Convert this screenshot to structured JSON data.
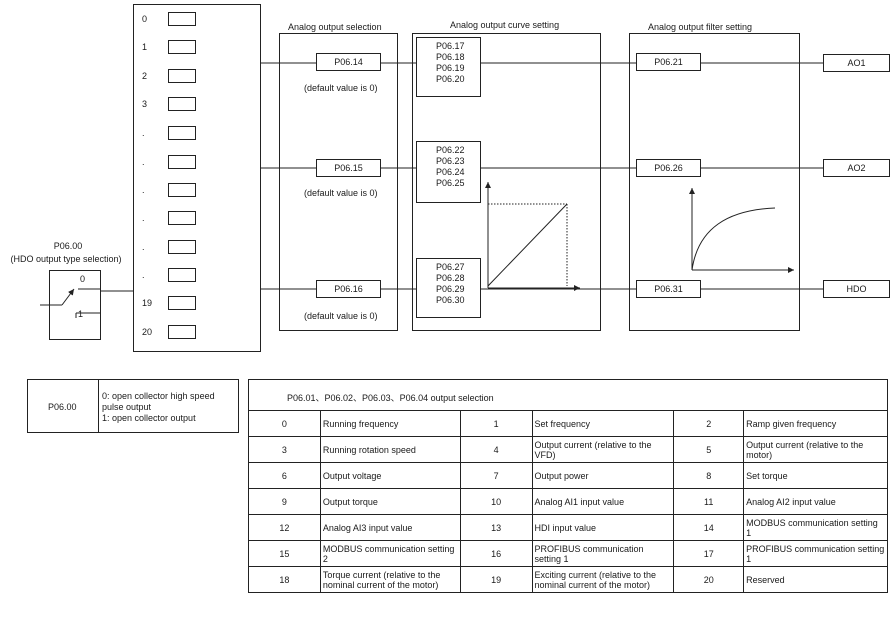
{
  "hdo_block": {
    "param": "P06.00",
    "desc": "(HDO  output type selection)",
    "pos0": "0",
    "pos1": "1"
  },
  "selector_indices": [
    "0",
    "1",
    "2",
    "3",
    ".",
    ".",
    ".",
    ".",
    ".",
    ".",
    "19",
    "20"
  ],
  "sections": {
    "analog_output_selection": "Analog output selection",
    "analog_output_curve": "Analog output curve setting",
    "analog_output_filter": "Analog output filter setting"
  },
  "channels": [
    {
      "select_param": "P06.14",
      "default": "(default value is 0)",
      "curve_params": [
        "P06.17",
        "P06.18",
        "P06.19",
        "P06.20"
      ],
      "filter_param": "P06.21",
      "output": "AO1"
    },
    {
      "select_param": "P06.15",
      "default": "(default value is 0)",
      "curve_params": [
        "P06.22",
        "P06.23",
        "P06.24",
        "P06.25"
      ],
      "filter_param": "P06.26",
      "output": "AO2"
    },
    {
      "select_param": "P06.16",
      "default": "(default value is 0)",
      "curve_params": [
        "P06.27",
        "P06.28",
        "P06.29",
        "P06.30"
      ],
      "filter_param": "P06.31",
      "output": "HDO"
    }
  ],
  "legend": {
    "param": "P06.00",
    "lines": [
      "0: open collector high speed",
      "pulse output",
      "1: open collector output"
    ]
  },
  "selection_table": {
    "header": "P06.01、P06.02、P06.03、P06.04 output selection",
    "rows": [
      [
        {
          "n": "0",
          "t": "Running frequency"
        },
        {
          "n": "1",
          "t": "Set frequency"
        },
        {
          "n": "2",
          "t": "Ramp given frequency"
        }
      ],
      [
        {
          "n": "3",
          "t": "Running rotation speed"
        },
        {
          "n": "4",
          "t": "Output current (relative to the VFD)"
        },
        {
          "n": "5",
          "t": "Output current (relative to the motor)"
        }
      ],
      [
        {
          "n": "6",
          "t": "Output voltage"
        },
        {
          "n": "7",
          "t": "Output power"
        },
        {
          "n": "8",
          "t": "Set torque"
        }
      ],
      [
        {
          "n": "9",
          "t": "Output torque"
        },
        {
          "n": "10",
          "t": "Analog AI1 input value"
        },
        {
          "n": "11",
          "t": "Analog AI2 input value"
        }
      ],
      [
        {
          "n": "12",
          "t": "Analog AI3 input value"
        },
        {
          "n": "13",
          "t": "HDI input value"
        },
        {
          "n": "14",
          "t": "MODBUS communication setting 1"
        }
      ],
      [
        {
          "n": "15",
          "t": "MODBUS communication setting 2"
        },
        {
          "n": "16",
          "t": "PROFIBUS communication setting 1"
        },
        {
          "n": "17",
          "t": "PROFIBUS communication setting 1"
        }
      ],
      [
        {
          "n": "18",
          "t": "Torque current (relative to the nominal current of the motor)"
        },
        {
          "n": "19",
          "t": "Exciting current (relative to the nominal current of the motor)"
        },
        {
          "n": "20",
          "t": "Reserved"
        }
      ]
    ]
  }
}
